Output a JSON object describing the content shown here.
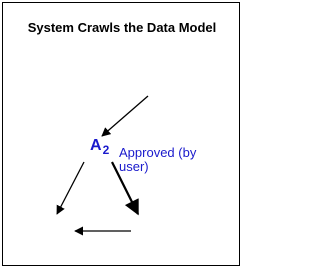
{
  "diagram": {
    "title": "System Crawls the Data Model",
    "node": {
      "letter": "A",
      "subscript": "2"
    },
    "annotation": "Approved (by user)",
    "colors": {
      "node": "#1a1acc",
      "annotation": "#1a1acc",
      "arrows": "#000000",
      "border": "#000000",
      "background": "#ffffff"
    }
  }
}
